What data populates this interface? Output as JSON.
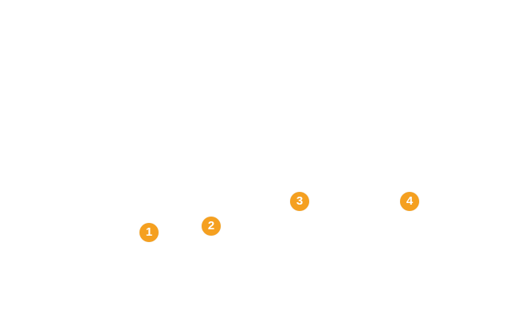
{
  "colors": {
    "background": "#ffffff",
    "callout_fill": "#f5a020",
    "callout_text": "#ffffff"
  },
  "callouts": [
    {
      "label": "1"
    },
    {
      "label": "2"
    },
    {
      "label": "3"
    },
    {
      "label": "4"
    }
  ]
}
